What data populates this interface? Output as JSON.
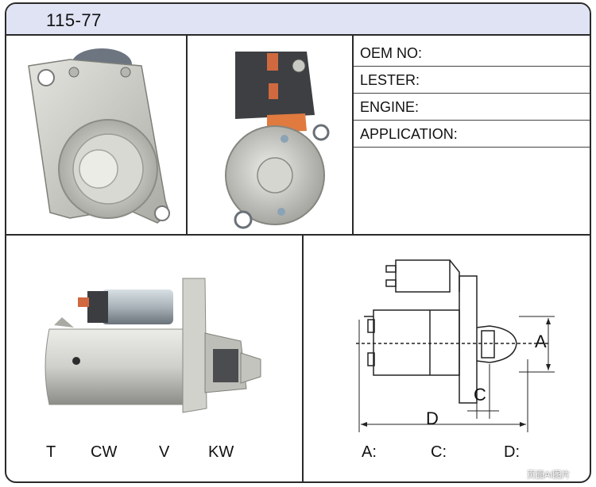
{
  "header": {
    "part_number": "115-77"
  },
  "specs": {
    "oem_label": "OEM NO:",
    "lester_label": "LESTER:",
    "engine_label": "ENGINE:",
    "application_label": "APPLICATION:"
  },
  "ratings": {
    "t": "T",
    "cw": "CW",
    "v": "V",
    "kw": "KW"
  },
  "dimensions": {
    "a_label": "A:",
    "c_label": "C:",
    "d_label": "D:",
    "diagram_a": "A",
    "diagram_c": "C",
    "diagram_d": "D"
  },
  "watermark": {
    "text": "页面AI图片"
  }
}
